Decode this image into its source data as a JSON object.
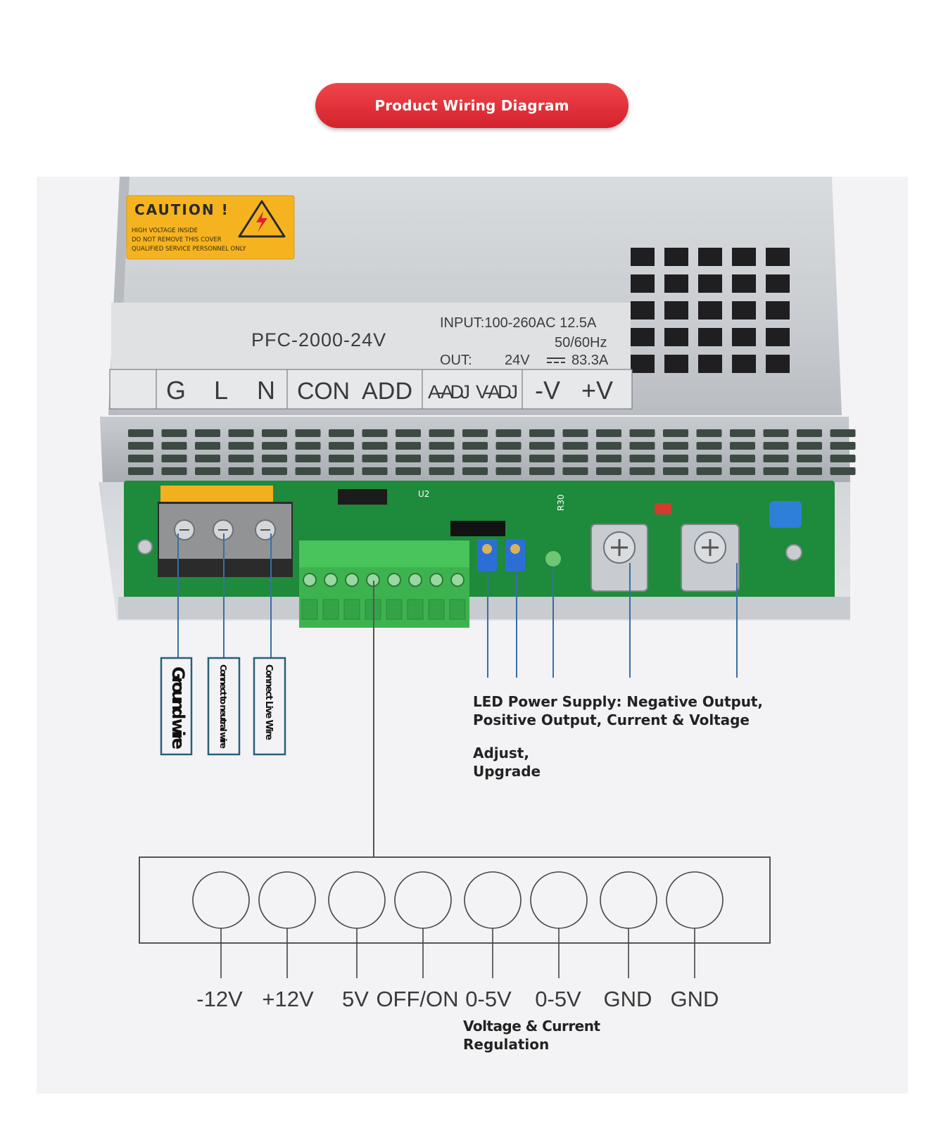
{
  "banner": {
    "title": "Product Wiring Diagram"
  },
  "caution": {
    "title": "CAUTION !",
    "lines": [
      "HIGH VOLTAGE INSIDE",
      "DO NOT REMOVE THIS COVER",
      "QUALIFIED SERVICE PERSONNEL ONLY"
    ]
  },
  "device": {
    "model": "PFC-2000-24V",
    "input_line": "INPUT:100-260AC  12.5A",
    "freq_line": "50/60Hz",
    "out_label": "OUT:",
    "out_voltage": "24V",
    "out_current": "83.3A",
    "terminal_labels": [
      "G",
      "L",
      "N",
      "CON",
      "ADD",
      "A-ADJ",
      "V-ADJ",
      "-V",
      "+V"
    ],
    "pcb_marks": [
      "U2",
      "R30"
    ]
  },
  "wire_labels": {
    "ground": "Ground wire",
    "neutral": "Connect to neutral wire",
    "live": "Connect Live Wire"
  },
  "led_callout": {
    "line1": "LED Power Supply: Negative Output,",
    "line2": "Positive Output, Current & Voltage",
    "line3": "Adjust,",
    "line4": "Upgrade"
  },
  "connector": {
    "pin_labels": [
      "-12V",
      "+12V",
      "5V",
      "OFF/ON",
      "0-5V",
      "0-5V",
      "GND",
      "GND"
    ],
    "regulation_line1": "Voltage & Current",
    "regulation_line2": "Regulation"
  },
  "colors": {
    "banner_red": "#d9242e",
    "caution_yellow": "#f5b41f",
    "pcb_green": "#1e8a3c",
    "terminal_green": "#48c45a",
    "trimmer_blue": "#2b6fd6",
    "leader_line": "#3a6ea5",
    "label_box": "#2a5f7a"
  }
}
